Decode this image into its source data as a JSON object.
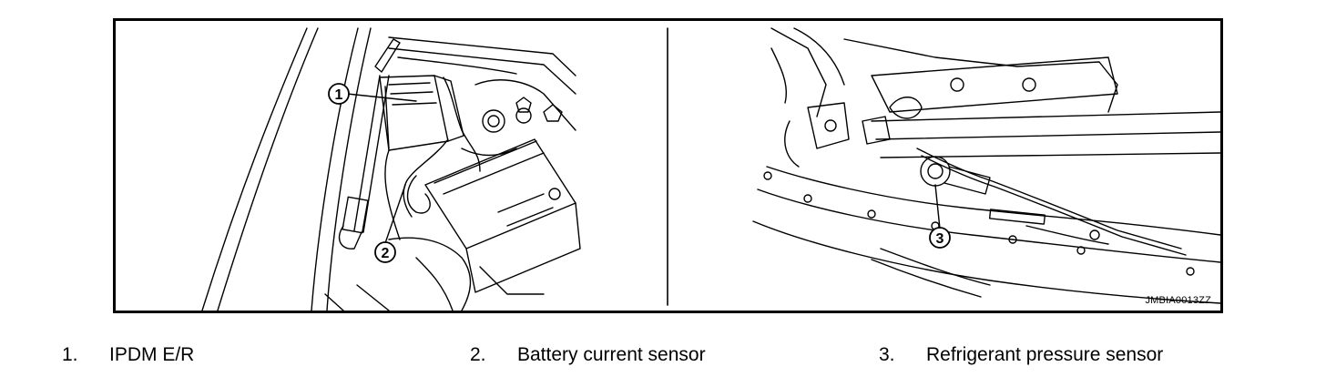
{
  "callouts": [
    "1",
    "2",
    "3"
  ],
  "figure_code": "JMBIA0013ZZ",
  "legend": [
    {
      "num": "1.",
      "label": "IPDM E/R"
    },
    {
      "num": "2.",
      "label": "Battery current sensor"
    },
    {
      "num": "3.",
      "label": "Refrigerant pressure sensor"
    }
  ]
}
